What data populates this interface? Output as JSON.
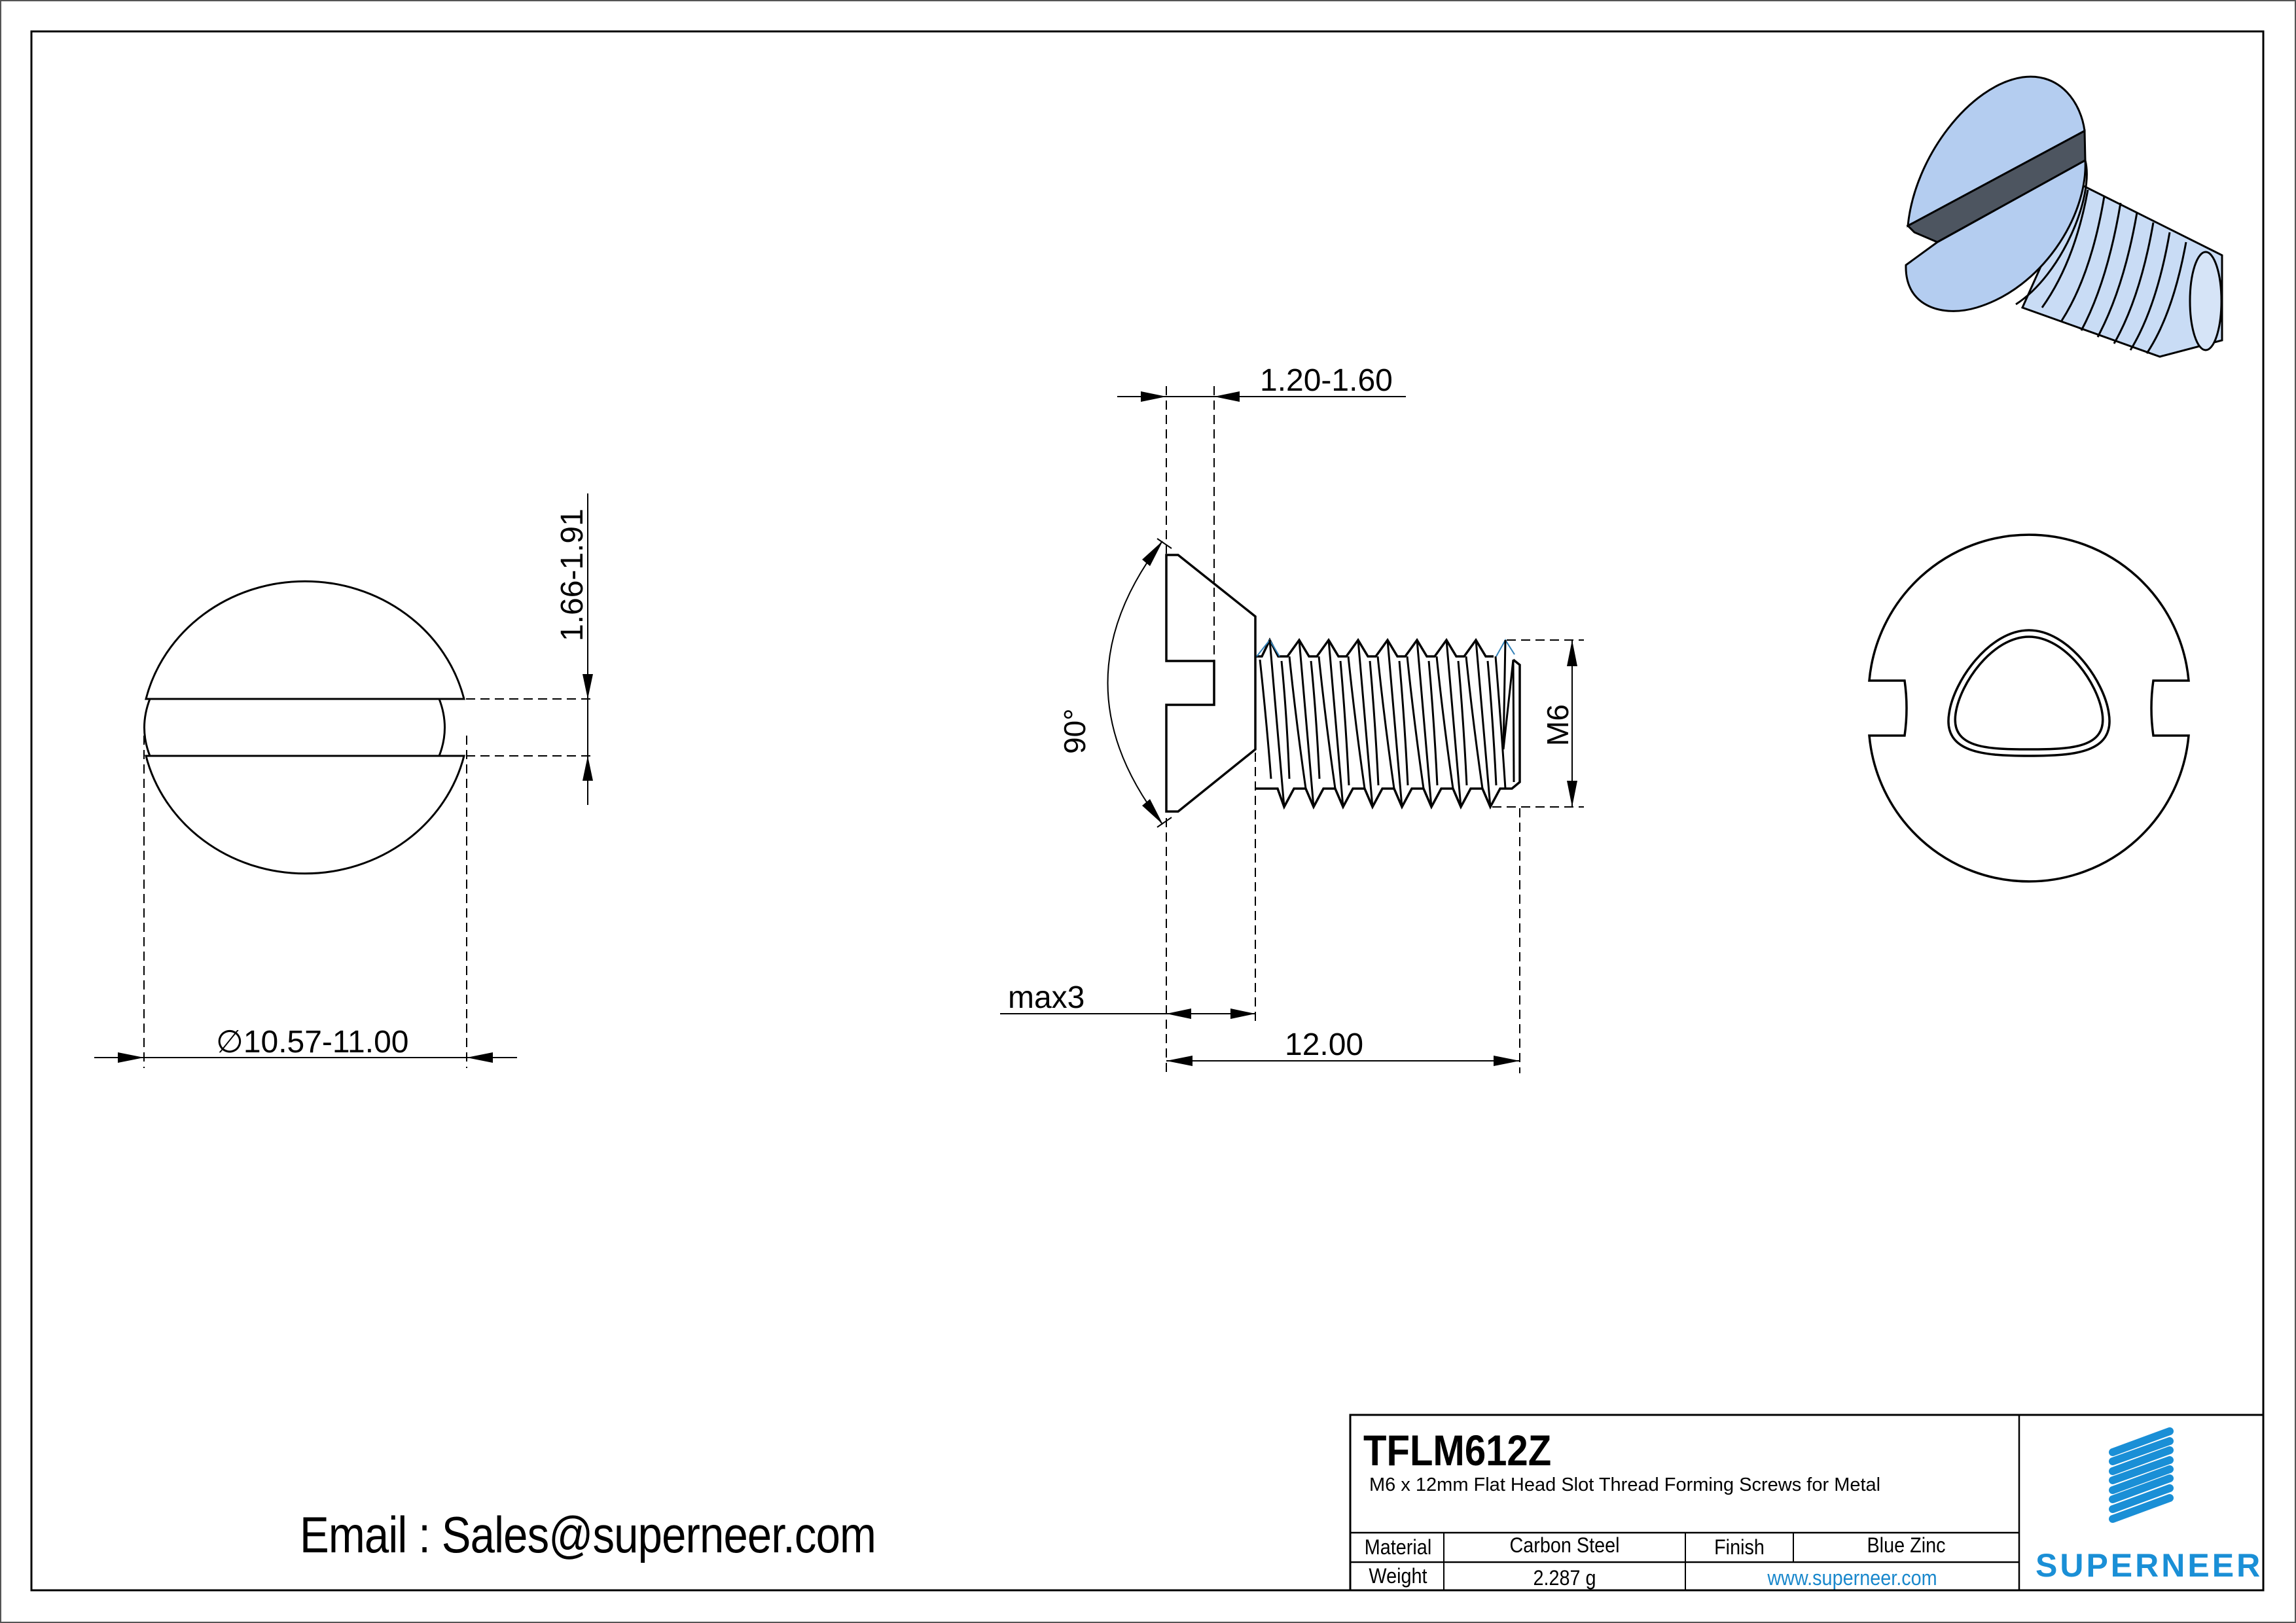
{
  "drawing": {
    "part_number": "TFLM612Z",
    "description": "M6 x 12mm Flat Head Slot Thread Forming Screws for Metal",
    "email": "Email : Sales@superneer.com",
    "colors": {
      "line": "#000000",
      "brand_blue": "#1a8fd6",
      "link_blue": "#1a88cc",
      "screw_fill": "#b4cdf0",
      "slot_dark": "#4d5560",
      "thread_accent": "#2f7fb6"
    }
  },
  "title_block": {
    "material_label": "Material",
    "material_value": "Carbon Steel",
    "finish_label": "Finish",
    "finish_value": "Blue Zinc",
    "weight_label": "Weight",
    "weight_value": "2.287 g",
    "website": "www.superneer.com",
    "brand": "SUPERNEER"
  },
  "views": {
    "top_view": {
      "diameter_dim": "∅10.57-11.00",
      "slot_width_dim": "1.66-1.91"
    },
    "side_view": {
      "slot_depth_dim": "1.20-1.60",
      "head_angle_dim": "90°",
      "head_height_dim": "max3",
      "length_dim": "12.00",
      "thread_dim": "M6"
    },
    "end_view": {
      "name": "trilobular thread end view"
    },
    "iso_view": {
      "name": "3D screw render"
    }
  }
}
